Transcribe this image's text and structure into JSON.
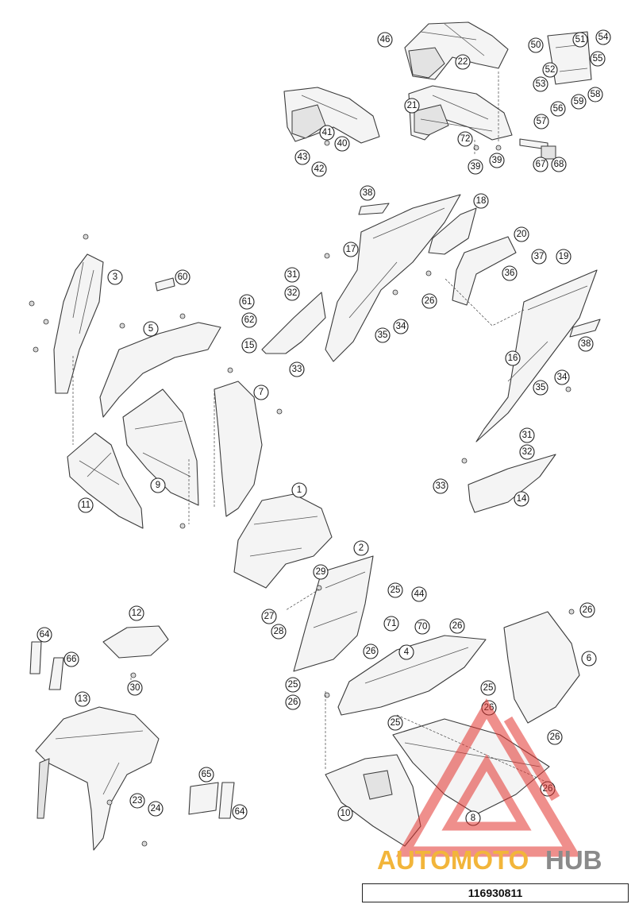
{
  "callouts": [
    "1",
    "2",
    "3",
    "4",
    "5",
    "6",
    "7",
    "8",
    "9",
    "10",
    "11",
    "12",
    "13",
    "14",
    "15",
    "16",
    "17",
    "18",
    "19",
    "20",
    "21",
    "22",
    "23",
    "24",
    "25",
    "26",
    "27",
    "28",
    "29",
    "30",
    "31",
    "32",
    "33",
    "34",
    "35",
    "36",
    "37",
    "38",
    "39",
    "40",
    "41",
    "42",
    "43",
    "44",
    "46",
    "50",
    "51",
    "52",
    "53",
    "54",
    "55",
    "56",
    "57",
    "58",
    "59",
    "60",
    "61",
    "62",
    "64",
    "65",
    "66",
    "67",
    "68",
    "70",
    "71",
    "72"
  ],
  "watermark": {
    "word_part1": "AUTOMOTO",
    "word_part2": "HUB",
    "color_part1": "#f2b53a",
    "color_part2": "#8a8a8a",
    "logo_color": "#e3342f"
  },
  "reference_number": "116930811"
}
